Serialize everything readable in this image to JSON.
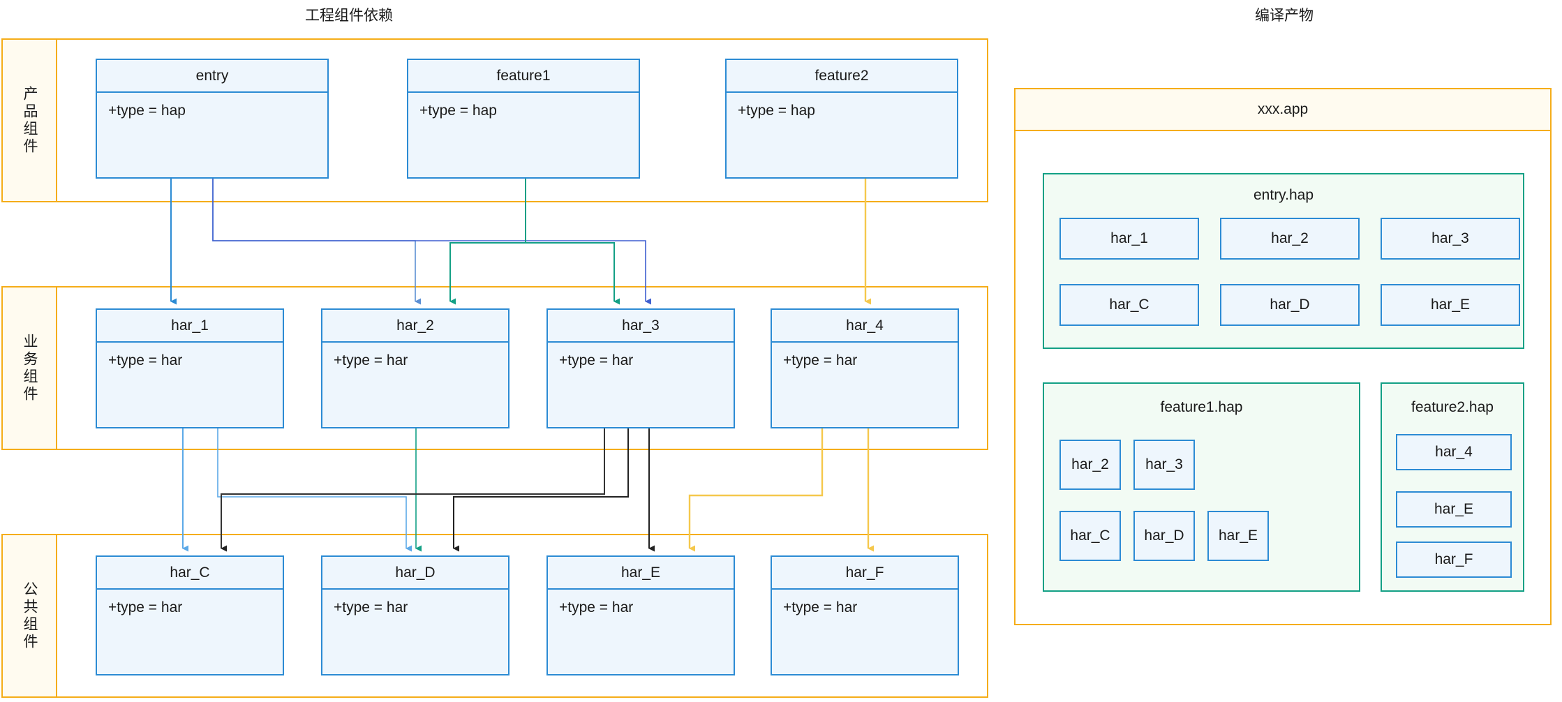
{
  "panels": {
    "left_title": "工程组件依赖",
    "right_title": "编译产物"
  },
  "lanes": [
    {
      "id": "product",
      "label": "产品组件"
    },
    {
      "id": "business",
      "label": "业务组件"
    },
    {
      "id": "public",
      "label": "公共组件"
    }
  ],
  "type_hap": "+type = hap",
  "type_har": "+type = har",
  "product_components": [
    {
      "name": "entry",
      "type": "+type = hap"
    },
    {
      "name": "feature1",
      "type": "+type = hap"
    },
    {
      "name": "feature2",
      "type": "+type = hap"
    }
  ],
  "business_components": [
    {
      "name": "har_1",
      "type": "+type = har"
    },
    {
      "name": "har_2",
      "type": "+type = har"
    },
    {
      "name": "har_3",
      "type": "+type = har"
    },
    {
      "name": "har_4",
      "type": "+type = har"
    }
  ],
  "public_components": [
    {
      "name": "har_C",
      "type": "+type = har"
    },
    {
      "name": "har_D",
      "type": "+type = har"
    },
    {
      "name": "har_E",
      "type": "+type = har"
    },
    {
      "name": "har_F",
      "type": "+type = har"
    }
  ],
  "artifact": {
    "app_name": "xxx.app",
    "haps": [
      {
        "name": "entry.hap",
        "hars": [
          "har_1",
          "har_2",
          "har_3",
          "har_C",
          "har_D",
          "har_E"
        ]
      },
      {
        "name": "feature1.hap",
        "hars": [
          "har_2",
          "har_3",
          "har_C",
          "har_D",
          "har_E"
        ]
      },
      {
        "name": "feature2.hap",
        "hars": [
          "har_4",
          "har_E",
          "har_F"
        ]
      }
    ]
  },
  "edges": [
    {
      "from": "entry",
      "to": "har_1",
      "color": "#2c8bd4"
    },
    {
      "from": "entry",
      "to": "har_2",
      "color": "#5b8fd4"
    },
    {
      "from": "entry",
      "to": "har_3",
      "color": "#5b6fd4"
    },
    {
      "from": "feature1",
      "to": "har_2",
      "color": "#13a085"
    },
    {
      "from": "feature1",
      "to": "har_3",
      "color": "#13a085"
    },
    {
      "from": "feature2",
      "to": "har_4",
      "color": "#f5c84c"
    },
    {
      "from": "har_1",
      "to": "har_C",
      "color": "#5ba9e8"
    },
    {
      "from": "har_1",
      "to": "har_D",
      "color": "#5ba9e8"
    },
    {
      "from": "har_2",
      "to": "har_D",
      "color": "#13a085"
    },
    {
      "from": "har_3",
      "to": "har_C",
      "color": "#333333"
    },
    {
      "from": "har_3",
      "to": "har_D",
      "color": "#333333"
    },
    {
      "from": "har_3",
      "to": "har_E",
      "color": "#333333"
    },
    {
      "from": "har_4",
      "to": "har_E",
      "color": "#f5c84c"
    },
    {
      "from": "har_4",
      "to": "har_F",
      "color": "#f5c84c"
    }
  ],
  "colors": {
    "lane_border": "#f5ad18",
    "lane_fill": "#fffbf0",
    "uml_border": "#2c8bd4",
    "uml_fill": "#eef6fd",
    "hap_border": "#13a085",
    "hap_fill": "#f2fbf4"
  }
}
